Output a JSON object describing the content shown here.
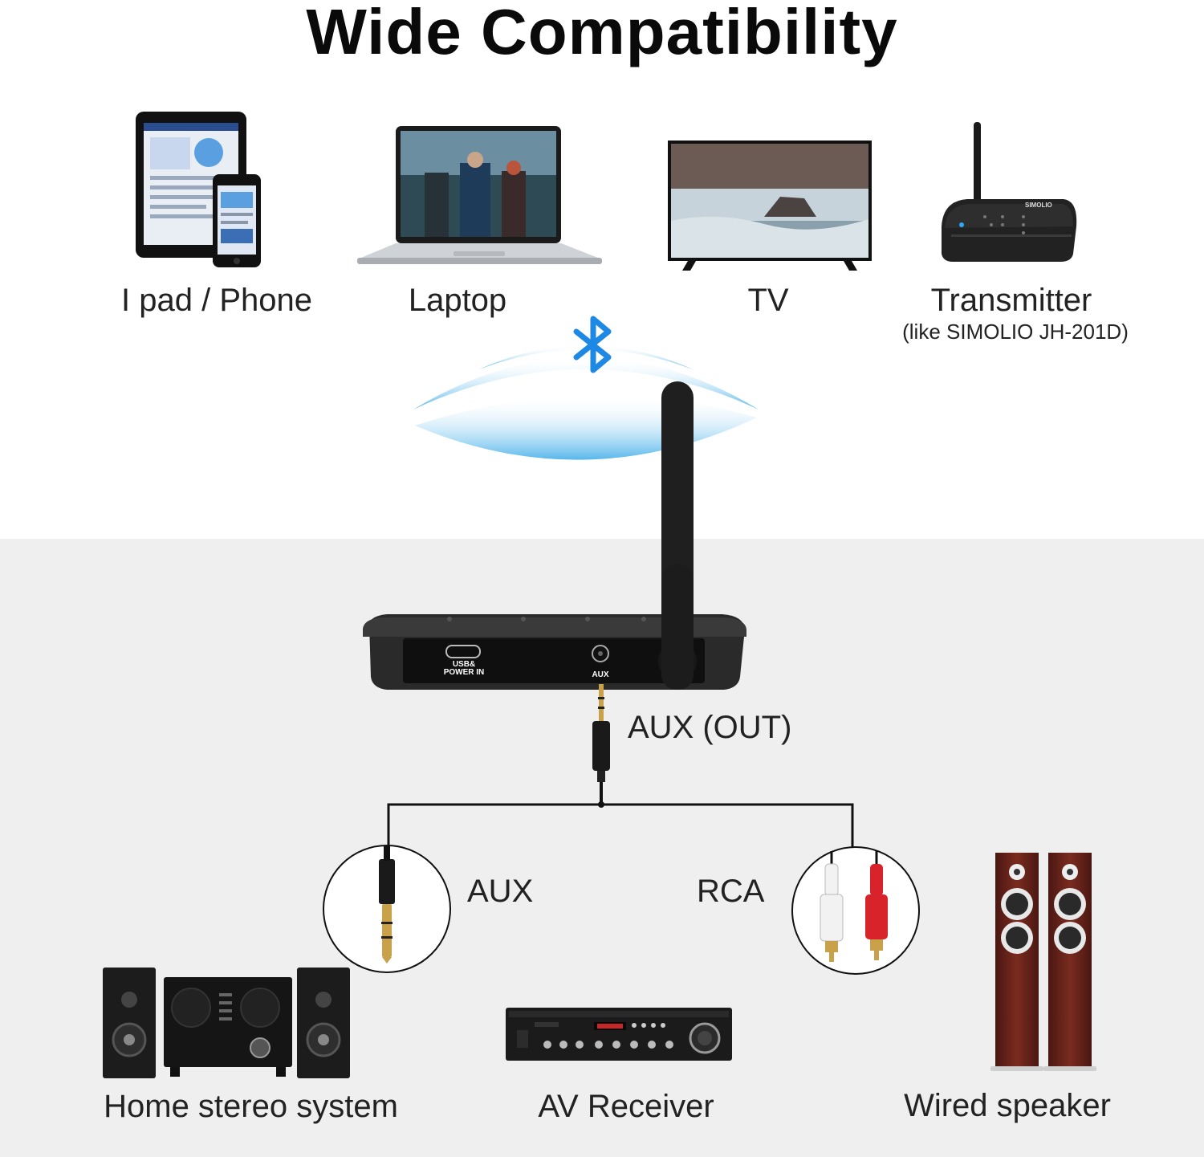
{
  "title": "Wide Compatibility",
  "sources": [
    {
      "label": "I pad / Phone",
      "icon": "tablet-phone-icon"
    },
    {
      "label": "Laptop",
      "icon": "laptop-icon"
    },
    {
      "label": "TV",
      "icon": "tv-icon"
    },
    {
      "label": "Transmitter",
      "sublabel": "(like SIMOLIO JH-201D)",
      "icon": "transmitter-icon",
      "device_brand": "SIMOLIO"
    }
  ],
  "bluetooth": {
    "icon": "bluetooth-icon",
    "color": "#1e88e5",
    "wave_color": "#4fb3ea"
  },
  "receiver": {
    "port_usb_label": "USB& POWER IN",
    "port_aux_label": "AUX",
    "output_label": "AUX (OUT)"
  },
  "connectors": [
    {
      "label": "AUX",
      "icon": "aux-plug-icon"
    },
    {
      "label": "RCA",
      "icon": "rca-plug-icon"
    }
  ],
  "outputs": [
    {
      "label": "Home stereo system",
      "icon": "home-stereo-icon"
    },
    {
      "label": "AV Receiver",
      "icon": "av-receiver-icon"
    },
    {
      "label": "Wired speaker",
      "icon": "wired-speaker-icon"
    }
  ],
  "colors": {
    "lower_background": "#efefef",
    "device_body": "#1e1e1e",
    "rca_red": "#d8232a",
    "rca_white": "#f2f2f2",
    "gold": "#c9a14a"
  }
}
